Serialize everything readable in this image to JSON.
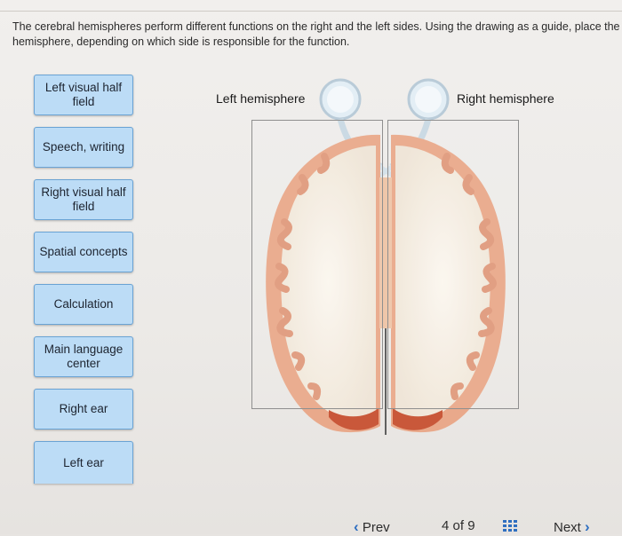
{
  "instructions": "The cerebral hemispheres perform different functions on the right and the left sides. Using the drawing as a guide, place the hemisphere, depending on which side is responsible for the function.",
  "labels": [
    "Left visual half field",
    "Speech, writing",
    "Right visual half field",
    "Spatial concepts",
    "Calculation",
    "Main language center",
    "Right ear",
    "Left ear"
  ],
  "hemispheres": {
    "left_title": "Left hemisphere",
    "right_title": "Right hemisphere"
  },
  "nav": {
    "prev_label": "Prev",
    "page_current": "4",
    "page_of": "of",
    "page_total": "9",
    "next_label": "Next"
  },
  "colors": {
    "label_fill": "#bcdcf6",
    "label_border": "#6aa3d4",
    "accent": "#2f6fc0",
    "brain_cortex": "#e9a98b",
    "brain_white": "#f6f1e8"
  },
  "icons": {
    "prev": "chevron-left-icon",
    "next": "chevron-right-icon",
    "grid": "grid-icon"
  }
}
